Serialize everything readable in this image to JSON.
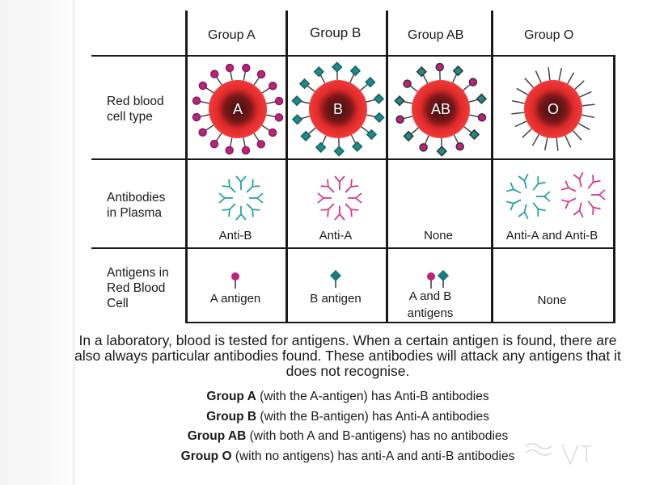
{
  "table": {
    "headers": [
      "Group A",
      "Group B",
      "Group AB",
      "Group O"
    ],
    "row_labels": [
      "Red blood\ncell type",
      "Antibodies\nin Plasma",
      "Antigens in\nRed Blood\nCell"
    ],
    "cell_letters": [
      "A",
      "B",
      "AB",
      "O"
    ],
    "antibodies": [
      "Anti-B",
      "Anti-A",
      "None",
      "Anti-A and Anti-B"
    ],
    "antigens": [
      "A antigen",
      "B antigen",
      "A and B\nantigens",
      "None"
    ]
  },
  "caption": {
    "paragraph": "In a laboratory, blood is tested for antigens. When a certain antigen is found, there are also always particular antibodies found. These antibodies will attack any antigens that it does not recognise.",
    "lines": [
      {
        "group": "Group A",
        "rest": " (with the A-antigen) has Anti-B antibodies"
      },
      {
        "group": "Group B",
        "rest": " (with the B-antigen) has Anti-A antibodies"
      },
      {
        "group": "Group AB",
        "rest": " (with both A and B-antigens) has no antibodies"
      },
      {
        "group": "Group O",
        "rest": " (with no antigens) has anti-A and anti-B antibodies"
      }
    ]
  },
  "colors": {
    "cell_red": "#e53030",
    "cell_dark": "#2a1010",
    "antigen_a": "#c0207a",
    "antigen_b": "#1a8a8a",
    "antibody_a": "#d23a8a",
    "antibody_b": "#2aa0a0",
    "grid": "#1a1a1a"
  },
  "icons": [
    "red-blood-cell-icon",
    "antigen-a-icon",
    "antigen-b-icon",
    "antibody-icon",
    "watermark-logo"
  ]
}
